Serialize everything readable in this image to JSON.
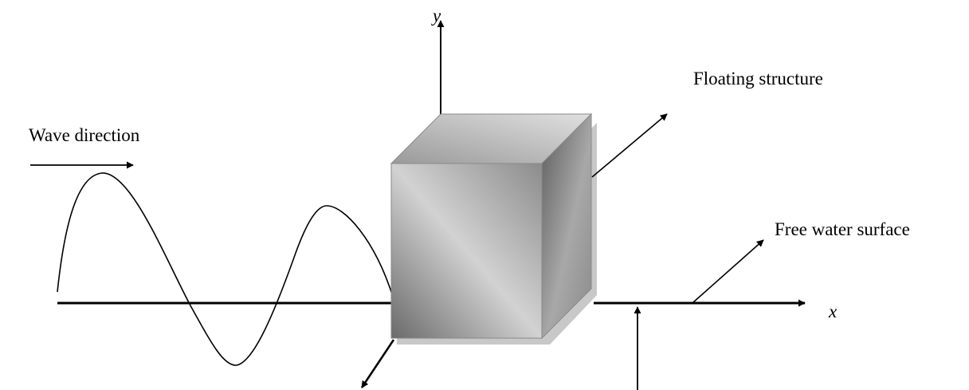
{
  "labels": {
    "y_axis": "y",
    "x_axis": "x",
    "wave_direction": "Wave direction",
    "floating_structure": "Floating structure",
    "free_water_surface": "Free water surface"
  },
  "colors": {
    "ink": "#000000",
    "cube_face_light": "#d6d6d6",
    "cube_face_dark": "#6a6a6a",
    "cube_shadow": "#c8c8c8"
  }
}
